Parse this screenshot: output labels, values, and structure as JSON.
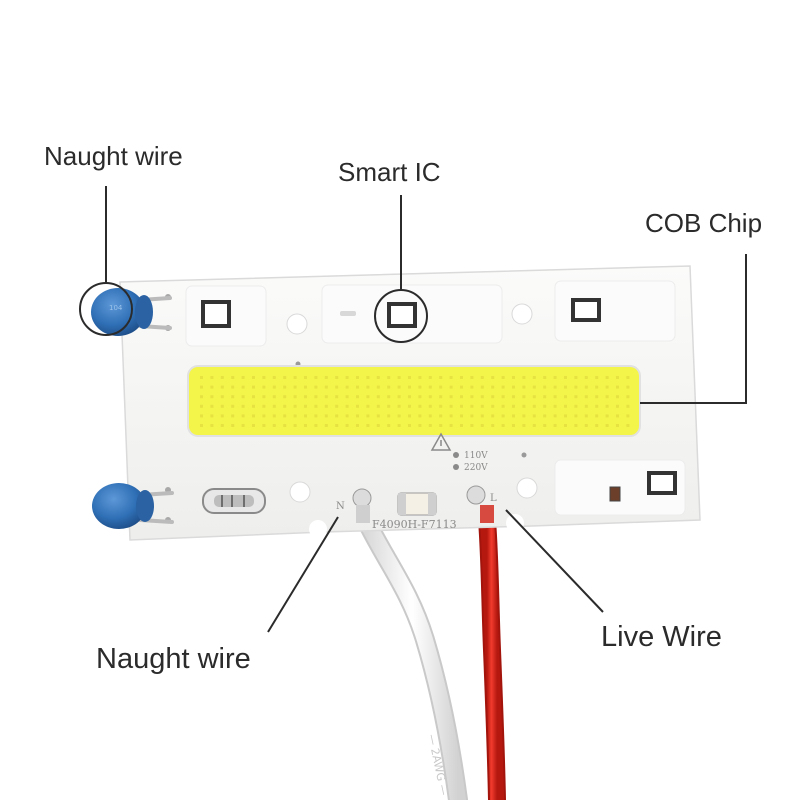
{
  "labels": {
    "naught_wire_top": "Naught wire",
    "smart_ic": "Smart IC",
    "cob_chip": "COB Chip",
    "naught_wire_bottom": "Naught wire",
    "live_wire": "Live Wire"
  },
  "board": {
    "marking_110": "110V",
    "marking_220": "220V",
    "model": "F4090H-F7113",
    "pad_n": "N",
    "pad_l": "L",
    "capacitor_marking": "104"
  },
  "colors": {
    "background": "#ffffff",
    "board": "#f7f7f5",
    "cob_chip": "#f4f54a",
    "capacitor": "#2f6fb5",
    "live_wire": "#e0261f",
    "neutral_wire": "#fafafa",
    "callout_line": "#2b2b2b"
  }
}
